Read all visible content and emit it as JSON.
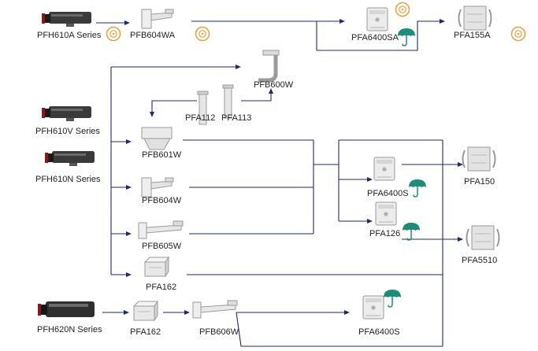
{
  "labels": {
    "pfh610a": "PFH610A Series",
    "pfb604wa": "PFB604WA",
    "pfa6400sa": "PFA6400SA",
    "pfa155a": "PFA155A",
    "pfb600w": "PFB600W",
    "pfa112": "PFA112",
    "pfa113": "PFA113",
    "pfh610v": "PFH610V Series",
    "pfh610n": "PFH610N Series",
    "pfb601w": "PFB601W",
    "pfb604w": "PFB604W",
    "pfb605w": "PFB605W",
    "pfa162_mid": "PFA162",
    "pfa6400s_mid": "PFA6400S",
    "pfa150": "PFA150",
    "pfa126": "PFA126",
    "pfa5510": "PFA5510",
    "pfh620n": "PFH620N Series",
    "pfa162_bot": "PFA162",
    "pfb606w": "PFB606W",
    "pfa6400s_bot": "PFA6400S"
  },
  "icons": {
    "anticorrosion": "anti-corrosion-ring-icon",
    "waterproof": "umbrella-icon"
  },
  "colors": {
    "connector": "#1f2a6e",
    "anticorrosion": "#f0a040",
    "waterproof": "#1e8c78"
  }
}
